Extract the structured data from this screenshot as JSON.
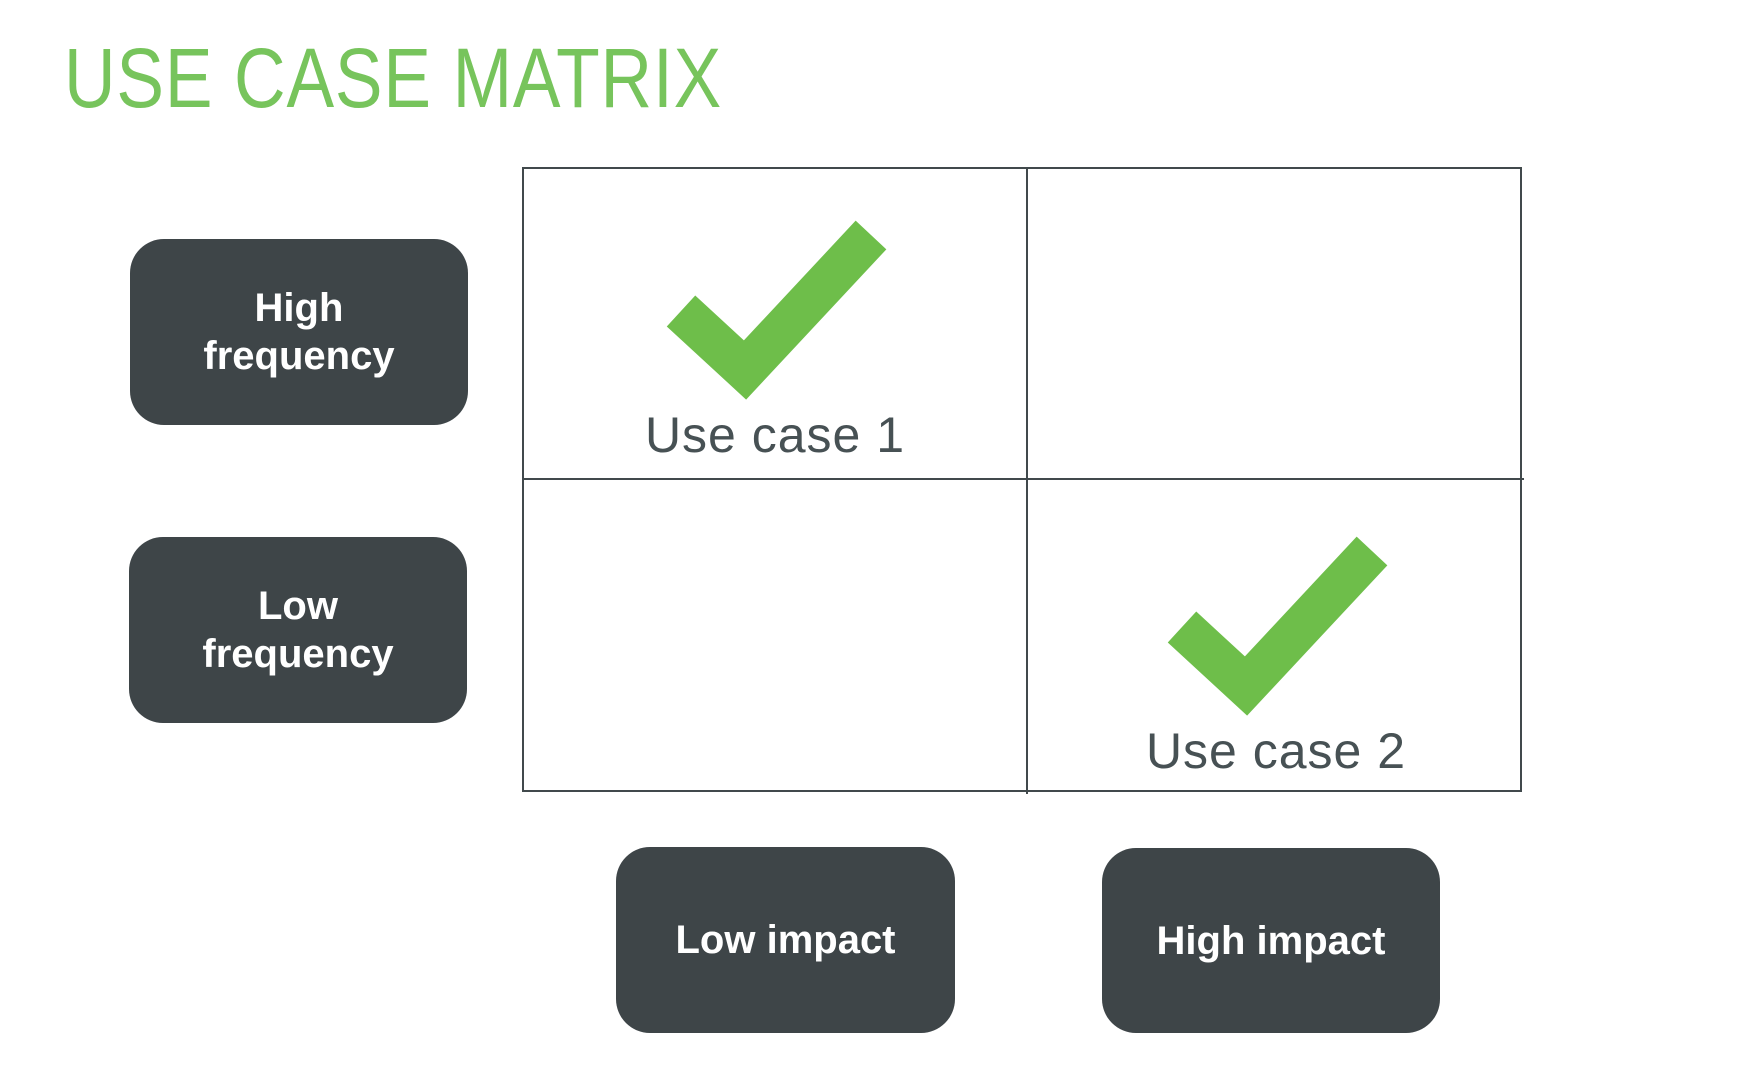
{
  "title": "USE CASE MATRIX",
  "colors": {
    "background": "#FFFFFF",
    "title_green": "#77C45C",
    "check_green": "#6EBE4A",
    "dark_slate": "#3E4548",
    "label_gray": "#475154",
    "grid_border": "#41494C",
    "pill_text": "#FFFFFF"
  },
  "row_labels": [
    {
      "label": "High\nfrequency"
    },
    {
      "label": "Low\nfrequency"
    }
  ],
  "col_labels": [
    {
      "label": "Low impact"
    },
    {
      "label": "High impact"
    }
  ],
  "matrix_cells": [
    {
      "row": "High frequency",
      "col": "Low impact",
      "checked": true,
      "label": "Use case 1"
    },
    {
      "row": "High frequency",
      "col": "High impact",
      "checked": false,
      "label": ""
    },
    {
      "row": "Low frequency",
      "col": "Low impact",
      "checked": false,
      "label": ""
    },
    {
      "row": "Low frequency",
      "col": "High impact",
      "checked": true,
      "label": "Use case 2"
    }
  ]
}
